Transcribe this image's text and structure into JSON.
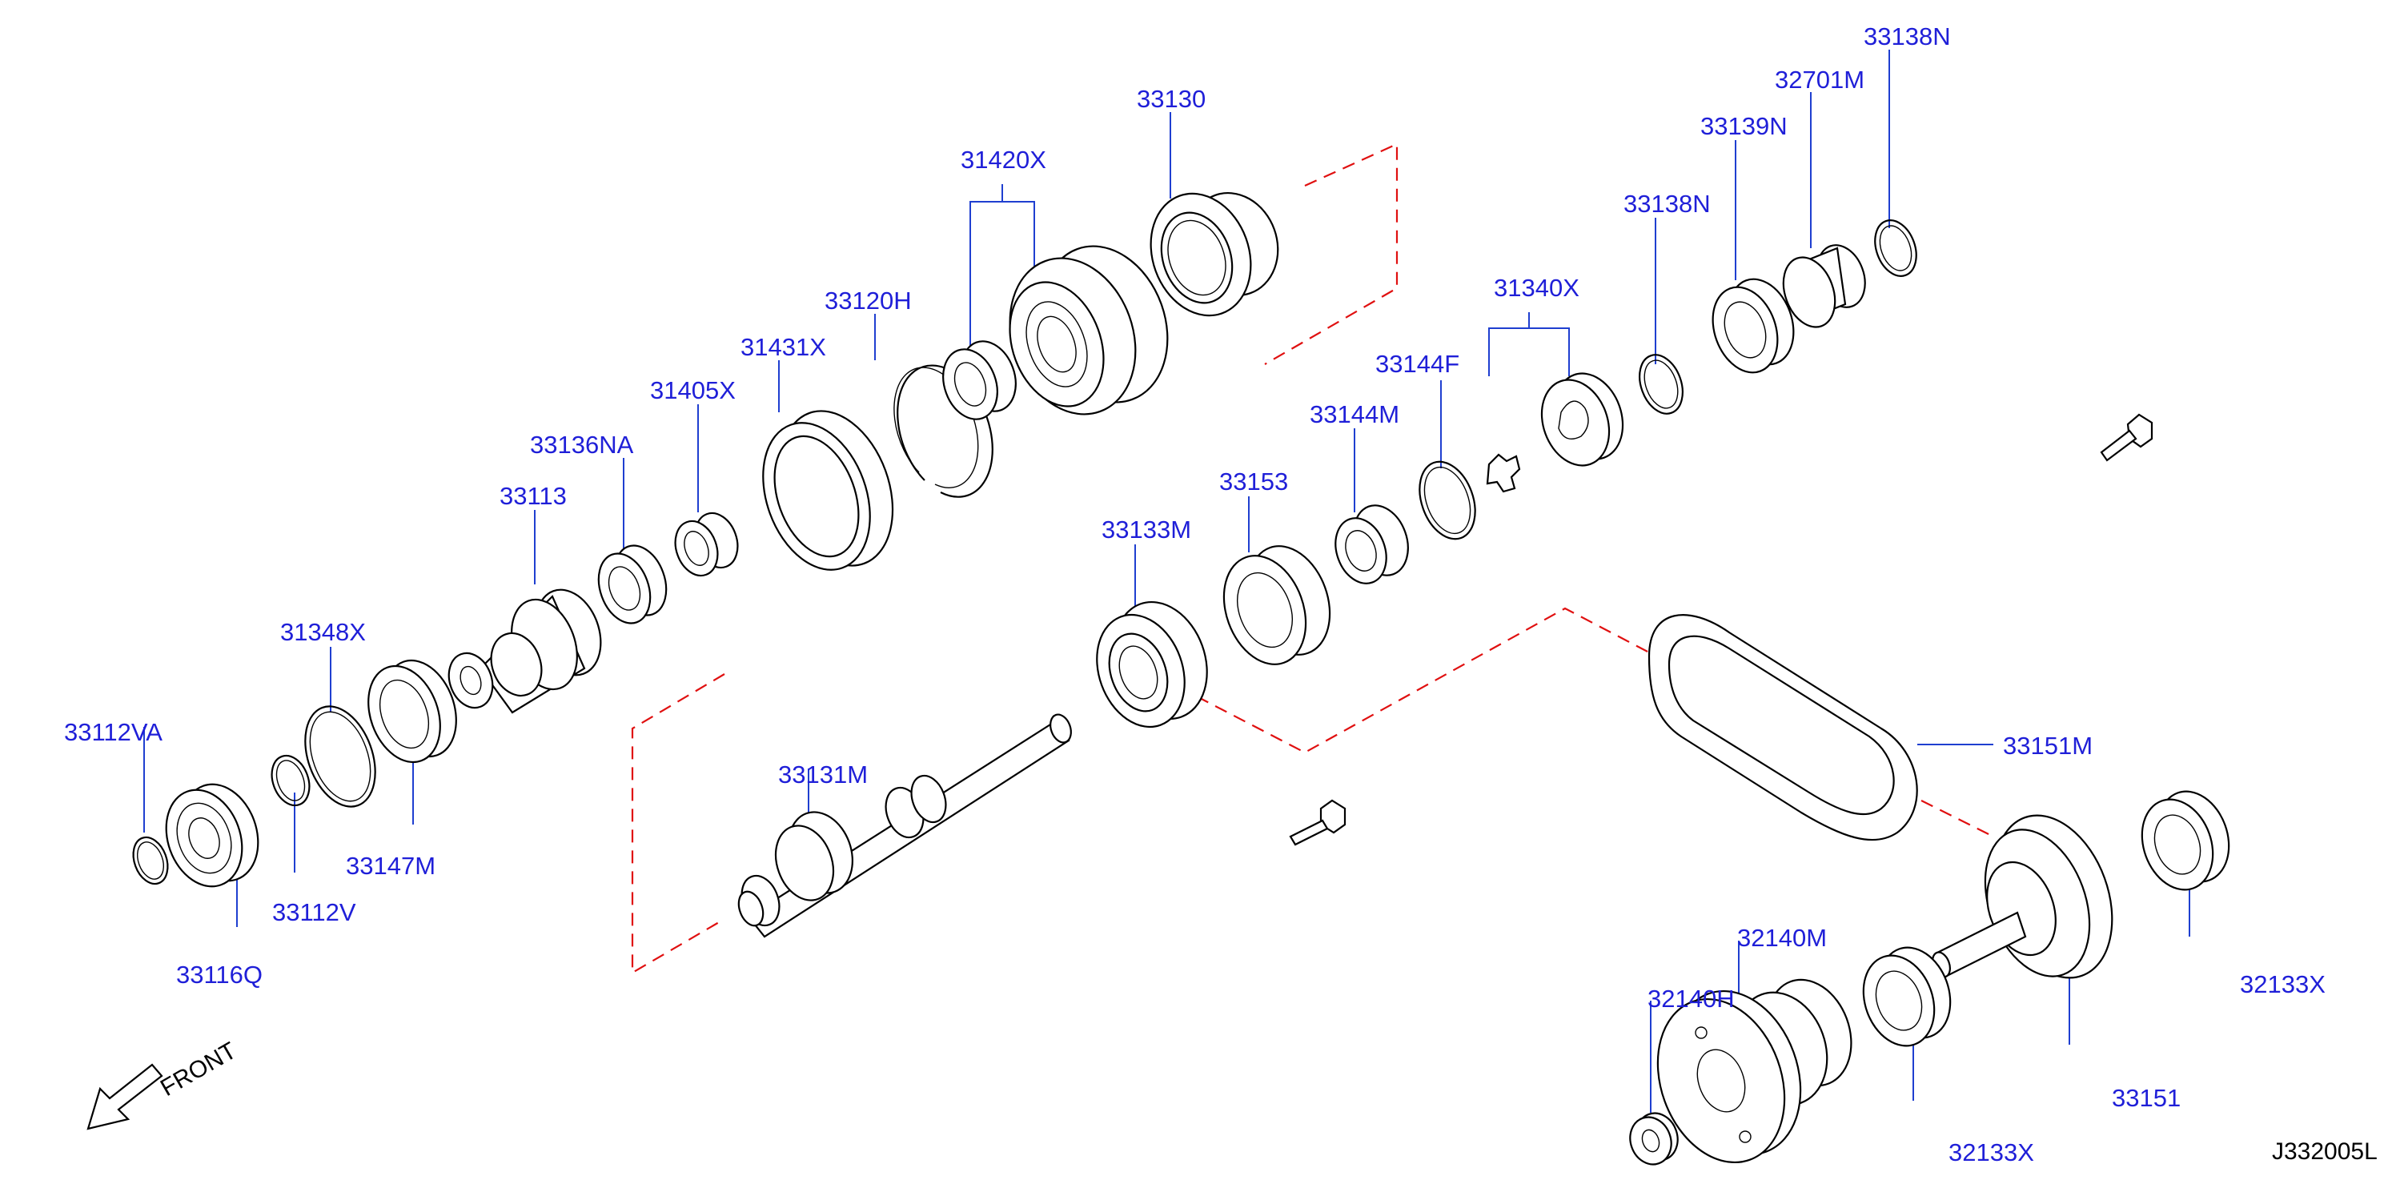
{
  "diagram": {
    "drawing_code": "J332005L",
    "front_label": "FRONT",
    "callouts": {
      "c33138N_top": "33138N",
      "c32701M": "32701M",
      "c33139N": "33139N",
      "c33130": "33130",
      "c31420X": "31420X",
      "c33138N_mid": "33138N",
      "c31340X": "31340X",
      "c33120H": "33120H",
      "c33144F": "33144F",
      "c31431X": "31431X",
      "c33144M": "33144M",
      "c31405X": "31405X",
      "c33136NA": "33136NA",
      "c33153": "33153",
      "c33113": "33113",
      "c33133M": "33133M",
      "c31348X": "31348X",
      "c33112VA": "33112VA",
      "c33131M": "33131M",
      "c33151M": "33151M",
      "c33147M": "33147M",
      "c33112V": "33112V",
      "c33116Q": "33116Q",
      "c32140M": "32140M",
      "c32140H": "32140H",
      "c32133X_right": "32133X",
      "c32133X_bottom": "32133X",
      "c33151": "33151"
    }
  }
}
